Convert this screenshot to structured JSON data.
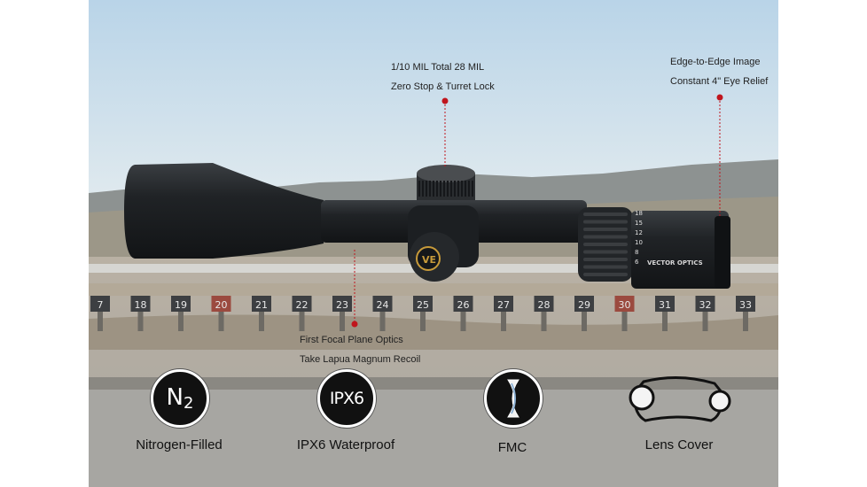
{
  "callouts": {
    "turret": {
      "line1": "1/10 MIL Total 28 MIL",
      "line2": "Zero Stop & Turret Lock"
    },
    "eyepiece": {
      "line1": "Edge-to-Edge Image",
      "line2": "Constant 4\" Eye Relief"
    },
    "objective": {
      "line1": "First Focal Plane Optics",
      "line2": "Take Lapua Magnum Recoil"
    }
  },
  "scope": {
    "brand_text": "VECTOR OPTICS",
    "magnification_marks": [
      "6",
      "8",
      "10",
      "12",
      "15",
      "18"
    ]
  },
  "range": {
    "target_numbers": [
      "7",
      "18",
      "19",
      "20",
      "21",
      "22",
      "23",
      "24",
      "25",
      "26",
      "27",
      "28",
      "29",
      "30",
      "31",
      "32",
      "33"
    ]
  },
  "features": [
    {
      "badge": "N2",
      "label": "Nitrogen-Filled",
      "icon": "nitrogen-icon"
    },
    {
      "badge": "IPX6",
      "label": "IPX6 Waterproof",
      "icon": "waterproof-icon"
    },
    {
      "badge": "",
      "label": "FMC",
      "icon": "lens-coating-icon"
    },
    {
      "badge": "",
      "label": "Lens Cover",
      "icon": "lens-cover-icon"
    }
  ],
  "colors": {
    "callout_dot": "#c0151d",
    "scope_body": "#1e2124",
    "badge_bg": "#111111"
  }
}
